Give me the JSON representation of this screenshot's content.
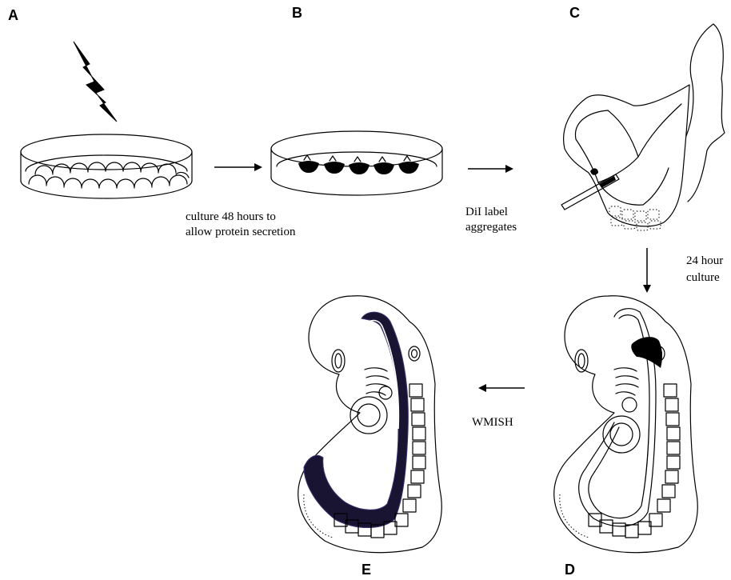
{
  "panels": {
    "a": "A",
    "b": "B",
    "c": "C",
    "d": "D",
    "e": "E"
  },
  "captions": {
    "culture_line1": "culture 48 hours to",
    "culture_line2": "allow protein secretion",
    "dil_line1": "DiI label",
    "dil_line2": "aggregates",
    "culture24_line1": "24 hour",
    "culture24_line2": "culture",
    "wmish": "WMISH"
  },
  "colors": {
    "line": "#000000",
    "stain": "#1a1433",
    "stain_edge": "#3a3570"
  }
}
